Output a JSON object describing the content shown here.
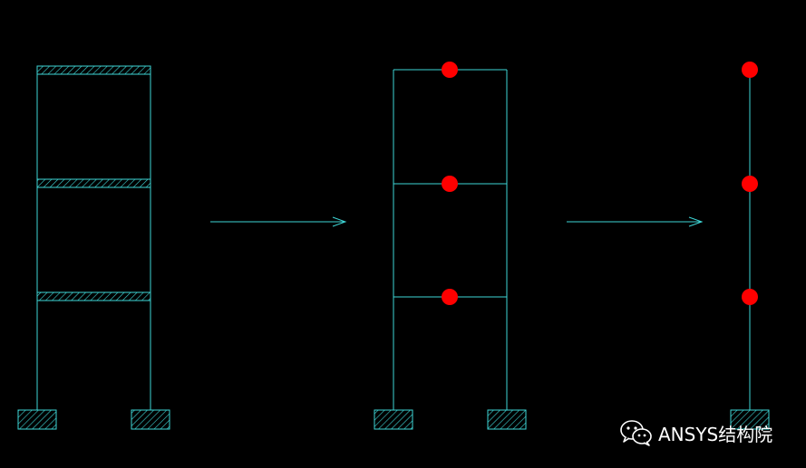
{
  "colors": {
    "background": "#000000",
    "line": "#3ED6D6",
    "mass": "#FF0000",
    "watermark": "#FFFFFF"
  },
  "figures": [
    {
      "kind": "frame",
      "floors": 3,
      "slab_hatch": true,
      "supports": 2
    },
    {
      "kind": "frame-lumped",
      "floors": 3,
      "lumped_masses": 3,
      "supports": 2
    },
    {
      "kind": "stick",
      "lumped_masses": 3,
      "supports": 1
    }
  ],
  "arrows": 2,
  "icons": {
    "watermark": "wechat-icon",
    "support": "fixed-support-icon"
  },
  "watermark": {
    "text": "ANSYS结构院"
  }
}
